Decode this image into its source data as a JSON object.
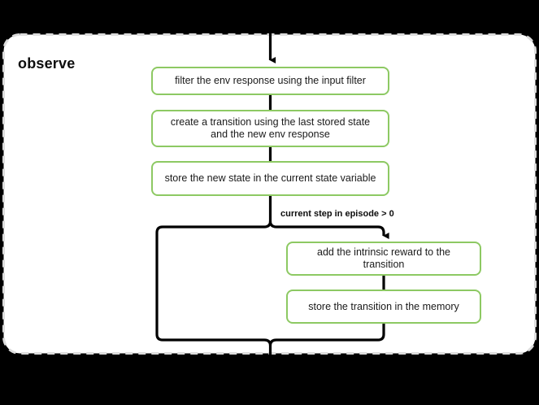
{
  "diagram": {
    "title": "observe",
    "background_color": "#000000",
    "container": {
      "fill": "#ffffff",
      "border_color": "#d9d9d9",
      "border_style": "dashed"
    },
    "node_style": {
      "border_color": "#8dc963",
      "fill": "#ffffff",
      "text_color": "#1a1a1a"
    },
    "edge_color": "#000000",
    "nodes": [
      {
        "id": "filter",
        "label": "filter the env response using the input filter"
      },
      {
        "id": "create",
        "label": "create a transition using the last stored state and the new env response"
      },
      {
        "id": "store_state",
        "label": "store the new state in the current state variable"
      },
      {
        "id": "intrinsic",
        "label": "add the intrinsic reward to the transition"
      },
      {
        "id": "store_mem",
        "label": "store the transition in the memory"
      }
    ],
    "edges": [
      {
        "id": "entry",
        "label": ""
      },
      {
        "id": "filter-create",
        "label": ""
      },
      {
        "id": "create-store",
        "label": ""
      },
      {
        "id": "branch-condition",
        "label": "current step in episode > 0"
      },
      {
        "id": "intrinsic-store-mem",
        "label": ""
      },
      {
        "id": "merge-exit",
        "label": ""
      }
    ]
  }
}
